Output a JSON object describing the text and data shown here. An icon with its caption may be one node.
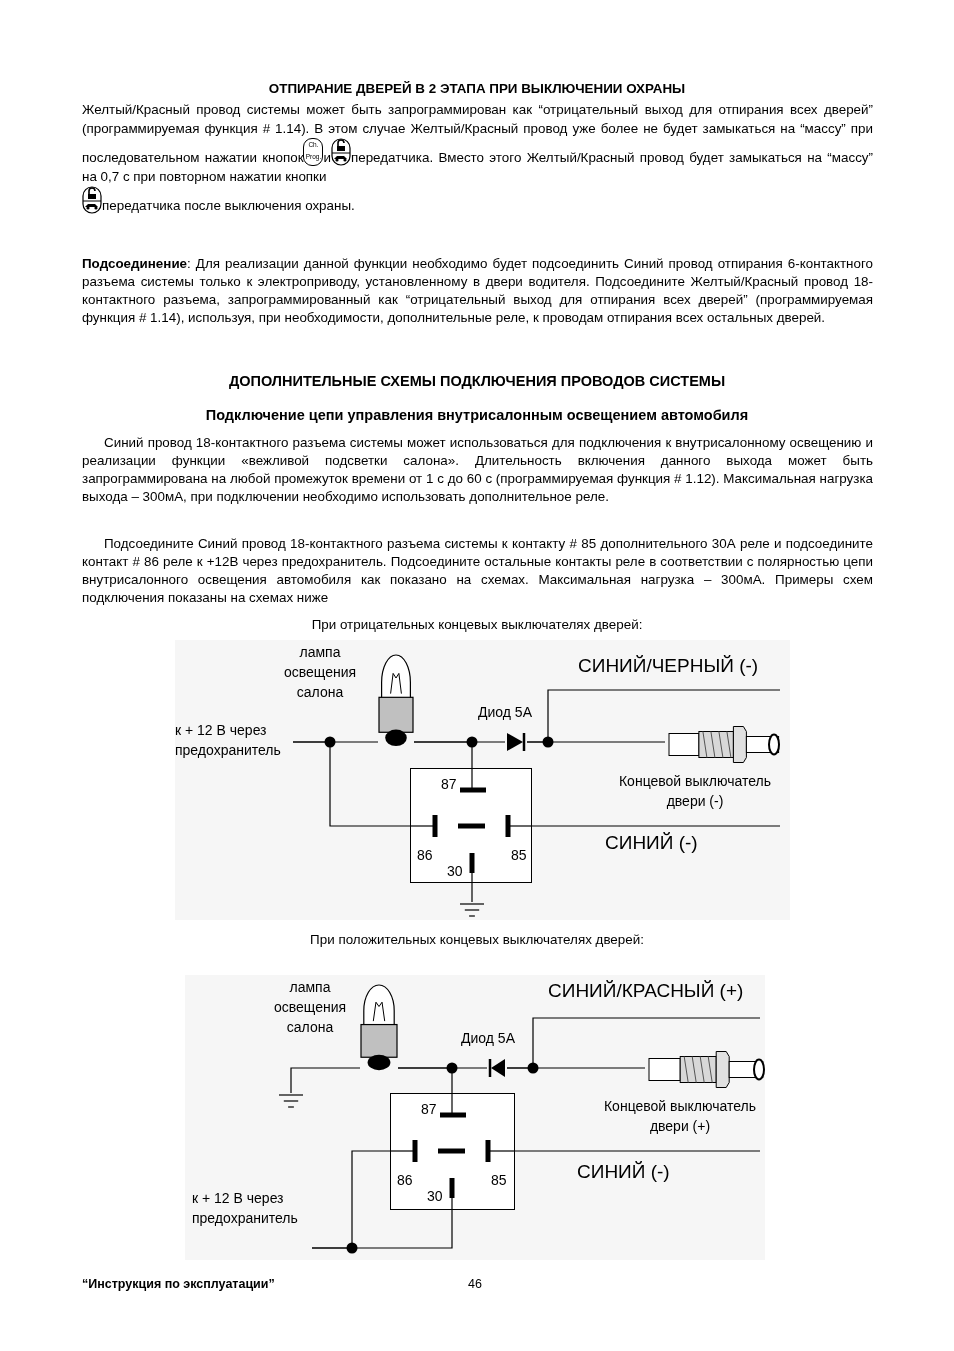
{
  "diagram": {
    "title": "ОТПИРАНИЕ ДВЕРЕЙ В 2 ЭТАПА ПРИ ВЫКЛЮЧЕНИИ ОХРАНЫ",
    "nodes": [
      {
        "text": [],
        "shape": "lamp",
        "beside": [
          "лампа освещения салона"
        ]
      },
      {
        "text": [],
        "shape": "diode",
        "beside": [
          "Диод 5А"
        ]
      },
      {
        "text": [
          "к + 12 В через предохранитель"
        ]
      },
      {
        "text": [],
        "shape": "switch",
        "beside": [
          "Концевой выключатель двери (-)"
        ]
      },
      {
        "text": [
          "87",
          "86",
          "85",
          "30"
        ]
      },
      {
        "text": [],
        "shape": "ground"
      },
      {
        "text": [],
        "shape": "lamp",
        "beside": [
          "лампа освещения салона"
        ]
      },
      {
        "text": [],
        "shape": "diode",
        "beside": [
          "Диод 5А"
        ]
      },
      {
        "text": [],
        "shape": "switch",
        "beside": [
          "Концевой выключатель двери (+)"
        ]
      },
      {
        "text": [
          "87",
          "86",
          "85",
          "30"
        ]
      },
      {
        "text": [],
        "shape": "ground"
      },
      {
        "text": [
          "к + 12 В через предохранитель"
        ]
      }
    ],
    "edges": [
      {
        "from": 2,
        "to": 0,
        "arrow": "none"
      },
      {
        "from": 0,
        "to": 1,
        "arrow": "none"
      },
      {
        "from": 1,
        "to": 3,
        "arrow": "none"
      },
      {
        "from": 2,
        "to": 4,
        "arrow": "none"
      },
      {
        "from": 4,
        "to": 0,
        "arrow": "none"
      },
      {
        "from": 4,
        "to": 5,
        "arrow": "none"
      },
      {
        "from": 4,
        "to": null,
        "arrow": "none",
        "label": "СИНИЙ (-)"
      },
      {
        "from": 1,
        "to": null,
        "arrow": "none",
        "label": "СИНИЙ/ЧЕРНЫЙ (-)"
      },
      {
        "from": 10,
        "to": 6,
        "arrow": "none"
      },
      {
        "from": 6,
        "to": 7,
        "arrow": "none"
      },
      {
        "from": 7,
        "to": 8,
        "arrow": "none"
      },
      {
        "from": 9,
        "to": 6,
        "arrow": "none"
      },
      {
        "from": 11,
        "to": 9,
        "arrow": "none"
      },
      {
        "from": 11,
        "to": 9,
        "arrow": "none"
      },
      {
        "from": 9,
        "to": null,
        "arrow": "none",
        "label": "СИНИЙ (-)"
      },
      {
        "from": 7,
        "to": null,
        "arrow": "none",
        "label": "СИНИЙ/КРАСНЫЙ (+)"
      }
    ],
    "labels": [
      "Желтый/Красный провод системы может быть запрограммирован как “отрицательный выход для отпирания всех дверей” (программируемая функция # 1.14). В этом случае Желтый/Красный провод уже более не будет замыкаться на “массу” при последовательном нажатии кнопок",
      "Ch. Prog.",
      "и",
      "передатчика. Вместо этого Желтый/Красный провод будет замыкаться на “массу” на 0,7 с при повторном нажатии кнопки",
      "передатчика после выключения охраны.",
      "**Подсоединение**: Для реализации данной функции необходимо будет подсоединить Синий провод отпирания 6-контактного разъема системы только к электроприводу, установленному в двери водителя. Подсоедините Желтый/Красный провод 18-контактного разъема, запрограммированный как “отрицательный выход для отпирания всех дверей” (программируемая функция # 1.14), используя, при необходимости, дополнительные реле, к проводам отпирания всех остальных дверей.",
      "ДОПОЛНИТЕЛЬНЫЕ СХЕМЫ ПОДКЛЮЧЕНИЯ ПРОВОДОВ СИСТЕМЫ",
      "Подключение цепи управления внутрисалонным освещением автомобиля",
      "Синий провод 18-контактного разъема системы может использоваться для подключения к внутрисалонному освещению и реализации функции «вежливой подсветки салона». Длительность включения данного выхода может быть запрограммирована на любой промежуток времени от 1 с до 60 с (программируемая функция # 1.12). Максимальная нагрузка выхода – 300мА, при подключении необходимо использовать дополнительное реле.",
      "Подсоедините Синий провод 18-контактного разъема системы к контакту # 85 дополнительного 30А реле и подсоедините контакт # 86 реле к +12В через предохранитель. Подсоедините остальные контакты реле в соответствии с полярностью цепи внутрисалонного освещения автомобиля как показано на схемах. Максимальная нагрузка – 300мА. Примеры схем подключения показаны на схемах ниже",
      "При отрицательных концевых выключателях дверей:",
      "При положительных концевых выключателях дверей:",
      "“Инструкция по эксплуатации”",
      "46"
    ]
  }
}
